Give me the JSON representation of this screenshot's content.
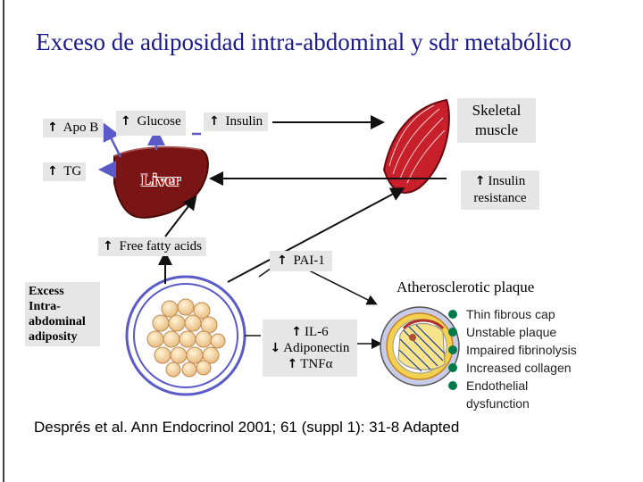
{
  "title": "Exceso de adiposidad intra-abdominal y sdr metabólico",
  "labels": {
    "apo_b": "Apo B",
    "tg": "TG",
    "glucose": "Glucose",
    "insulin": "Insulin",
    "liver": "Liver",
    "skeletal_muscle": "Skeletal muscle",
    "insulin_resistance": "Insulin resistance",
    "free_fatty_acids": "Free fatty acids",
    "pai1": "PAI-1",
    "excess_adiposity": "Excess Intra-abdominal adiposity",
    "il6": "IL-6",
    "adiponectin": "Adiponectin",
    "tnf": "TNFα"
  },
  "plaque": {
    "title": "Atherosclerotic plaque",
    "items": [
      "Thin fibrous cap",
      "Unstable plaque",
      "Impaired fibrinolysis",
      "Increased collagen",
      "Endothelial dysfunction"
    ]
  },
  "citation": "Després et al. Ann Endocrinol 2001; 61 (suppl 1): 31-8 Adapted",
  "colors": {
    "title": "#1a1a8a",
    "liver": "#7a1515",
    "arrow": "#5a5ac8",
    "label_bg": "#e6e6e6",
    "bullet": "#007a4a"
  }
}
